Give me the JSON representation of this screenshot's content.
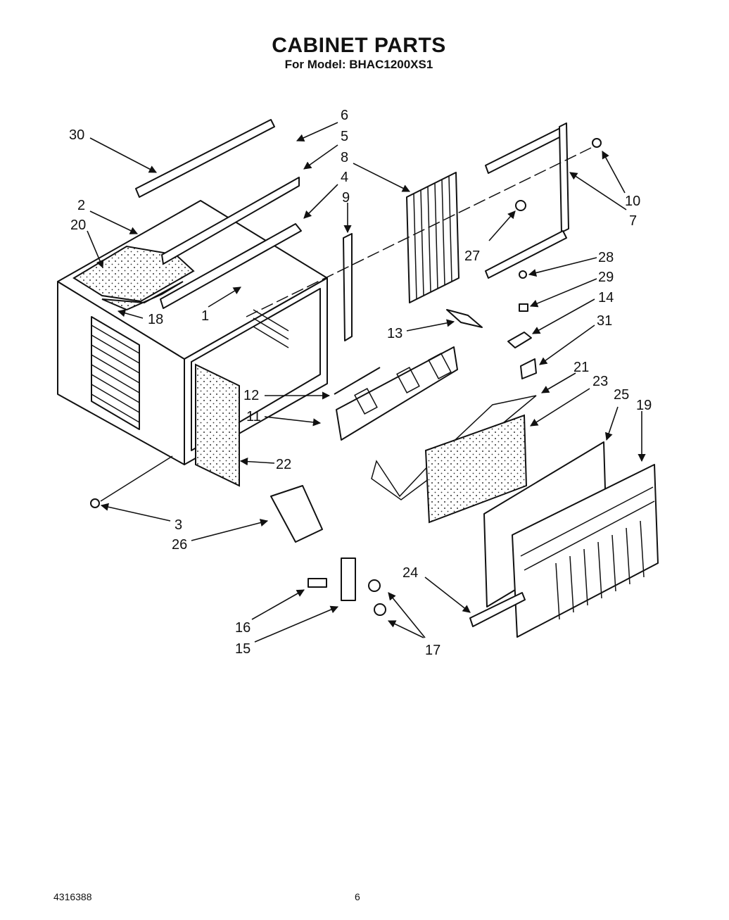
{
  "header": {
    "title": "CABINET PARTS",
    "subtitle": "For Model: BHAC1200XS1"
  },
  "footer": {
    "doc_number": "4316388",
    "page_number": "6"
  },
  "callouts": [
    "1",
    "2",
    "3",
    "4",
    "5",
    "6",
    "7",
    "8",
    "9",
    "10",
    "11",
    "12",
    "13",
    "14",
    "15",
    "16",
    "17",
    "18",
    "19",
    "20",
    "21",
    "22",
    "23",
    "24",
    "25",
    "26",
    "27",
    "28",
    "29",
    "30",
    "31"
  ],
  "callout_17": "17"
}
